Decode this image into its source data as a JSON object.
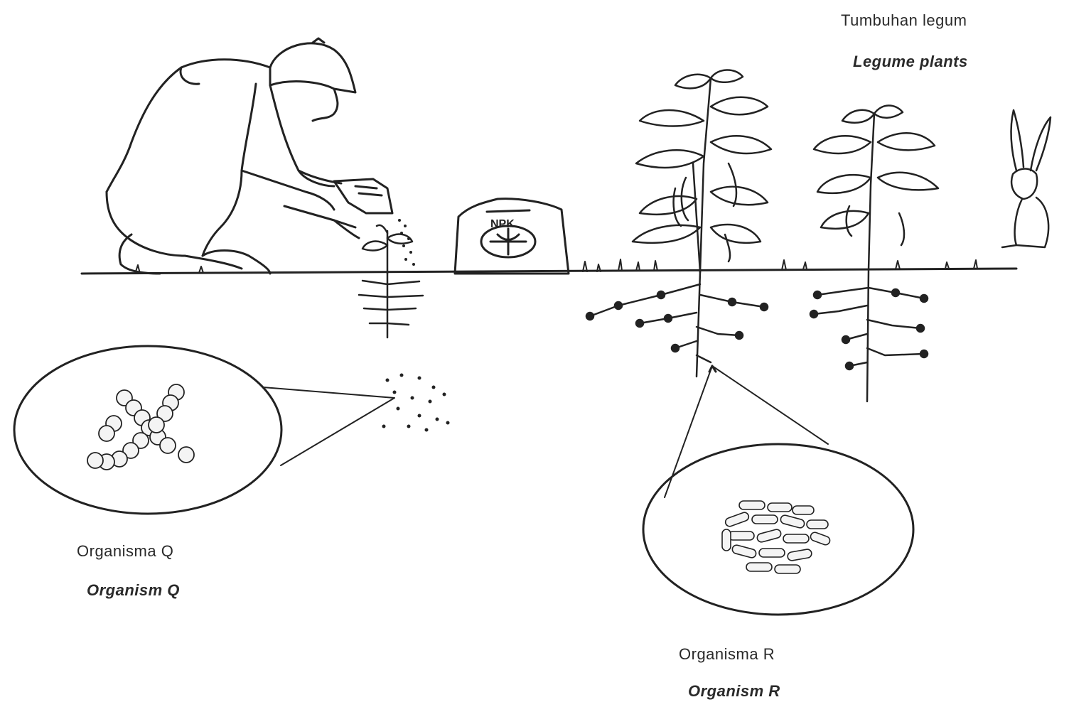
{
  "labels": {
    "legume_malay": "Tumbuhan legum",
    "legume_english": "Legume plants",
    "organism_q_malay": "Organisma Q",
    "organism_q_english": "Organism Q",
    "organism_r_malay": "Organisma R",
    "organism_r_english": "Organism R",
    "fertilizer_bag_text": "NPK"
  },
  "colors": {
    "ink": "#222222",
    "paper": "#ffffff"
  },
  "icons": [
    "farmer-icon",
    "seedling-icon",
    "fertilizer-bag-icon",
    "legume-plant-icon",
    "rabbit-icon",
    "root-nodule-icon"
  ]
}
